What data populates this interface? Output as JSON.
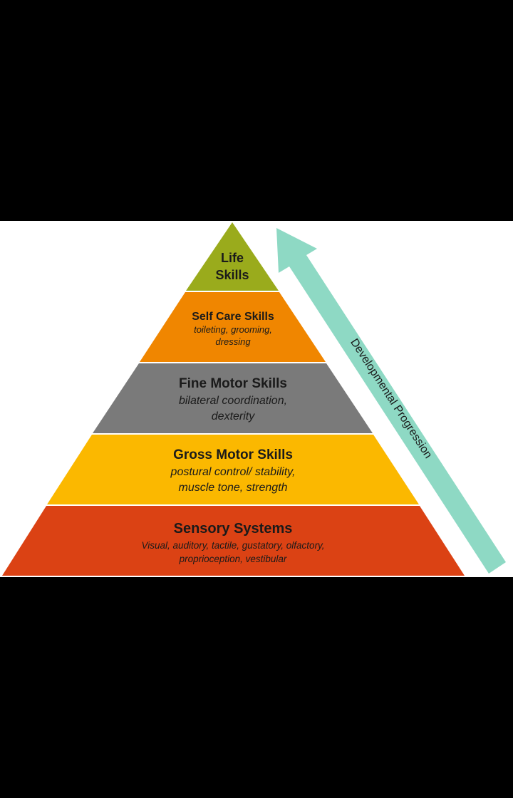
{
  "title": "Developmental Progression Pyramid",
  "arrow_label": "Developmental Progression",
  "colors": {
    "life": "#9aab1c",
    "selfcare": "#f08600",
    "fine": "#7a7a7a",
    "gross": "#fbb800",
    "sensory": "#db4214",
    "arrow": "#8ed9c4"
  },
  "levels": [
    {
      "title_lines": [
        "Life",
        "Skills"
      ],
      "subtitle_lines": []
    },
    {
      "title": "Self Care Skills",
      "subtitle_lines": [
        "toileting, grooming,",
        "dressing"
      ]
    },
    {
      "title": "Fine Motor Skills",
      "subtitle_lines": [
        "bilateral coordination,",
        "dexterity"
      ]
    },
    {
      "title": "Gross Motor Skills",
      "subtitle_lines": [
        "postural control/ stability,",
        "muscle tone, strength"
      ]
    },
    {
      "title": "Sensory Systems",
      "subtitle_lines": [
        "Visual, auditory, tactile, gustatory, olfactory,",
        "proprioception, vestibular"
      ]
    }
  ]
}
